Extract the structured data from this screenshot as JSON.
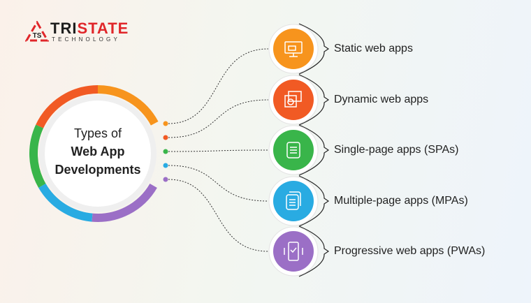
{
  "logo": {
    "brand_part1": "TRI",
    "brand_part2": "STATE",
    "tagline": "TECHNOLOGY",
    "monogram": "TS"
  },
  "center": {
    "line1": "Types of",
    "line2": "Web App",
    "line3": "Developments"
  },
  "items": [
    {
      "label": "Static web apps",
      "color": "#f7941d",
      "icon": "monitor-settings-icon"
    },
    {
      "label": "Dynamic web apps",
      "color": "#f15a24",
      "icon": "browser-windows-icon"
    },
    {
      "label": "Single-page apps (SPAs)",
      "color": "#39b54a",
      "icon": "single-page-icon"
    },
    {
      "label": "Multiple-page apps (MPAs)",
      "color": "#29abe2",
      "icon": "multiple-pages-icon"
    },
    {
      "label": "Progressive web apps (PWAs)",
      "color": "#9b6fc6",
      "icon": "mobile-app-icon"
    }
  ]
}
